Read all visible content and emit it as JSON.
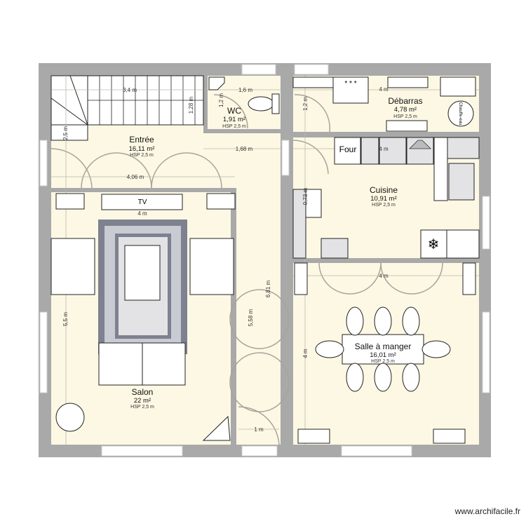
{
  "plan": {
    "rooms": [
      {
        "name": "Entrée",
        "area": "16,11 m²",
        "hsp": "HSP 2,5 m"
      },
      {
        "name": "WC",
        "area": "1,91 m²",
        "hsp": "HSP 2,5 m"
      },
      {
        "name": "Débarras",
        "area": "4,78 m²",
        "hsp": "HSP 2,5 m"
      },
      {
        "name": "Cuisine",
        "area": "10,91 m²",
        "hsp": "HSP 2,5 m"
      },
      {
        "name": "Salon",
        "area": "22 m²",
        "hsp": "HSP 2,5 m"
      },
      {
        "name": "Salle à manger",
        "area": "16,01 m²",
        "hsp": "HSP 2,5 m"
      }
    ],
    "dimensions": {
      "stairs_width": "3,4 m",
      "wc_width": "1,6 m",
      "wc_height": "1,2 m",
      "stairs_height": "1,28 m",
      "entree_height": "2,5 m",
      "corridor_top": "1,68 m",
      "entree_width": "4,06 m",
      "tv_wall": "4 m",
      "debarras_width": "4 m",
      "debarras_height": "1,2 m",
      "cuisine_width": "4 m",
      "cuisine_small": "0,73 m",
      "salle_width": "4 m",
      "salle_height": "4 m",
      "salon_height": "5,5 m",
      "corridor_a": "5,58 m",
      "corridor_b": "6,81 m",
      "corridor_width": "1 m"
    },
    "fixtures": {
      "oven": "Four",
      "tv": "TV",
      "water_heater": "Chauffe-eau"
    },
    "colors": {
      "floor": "#fdf8e4",
      "wall": "#a9a9a9",
      "rug_dark": "#7d8190",
      "rug_light": "#c9cbd3"
    }
  },
  "footer": {
    "watermark": "www.archifacile.fr"
  }
}
